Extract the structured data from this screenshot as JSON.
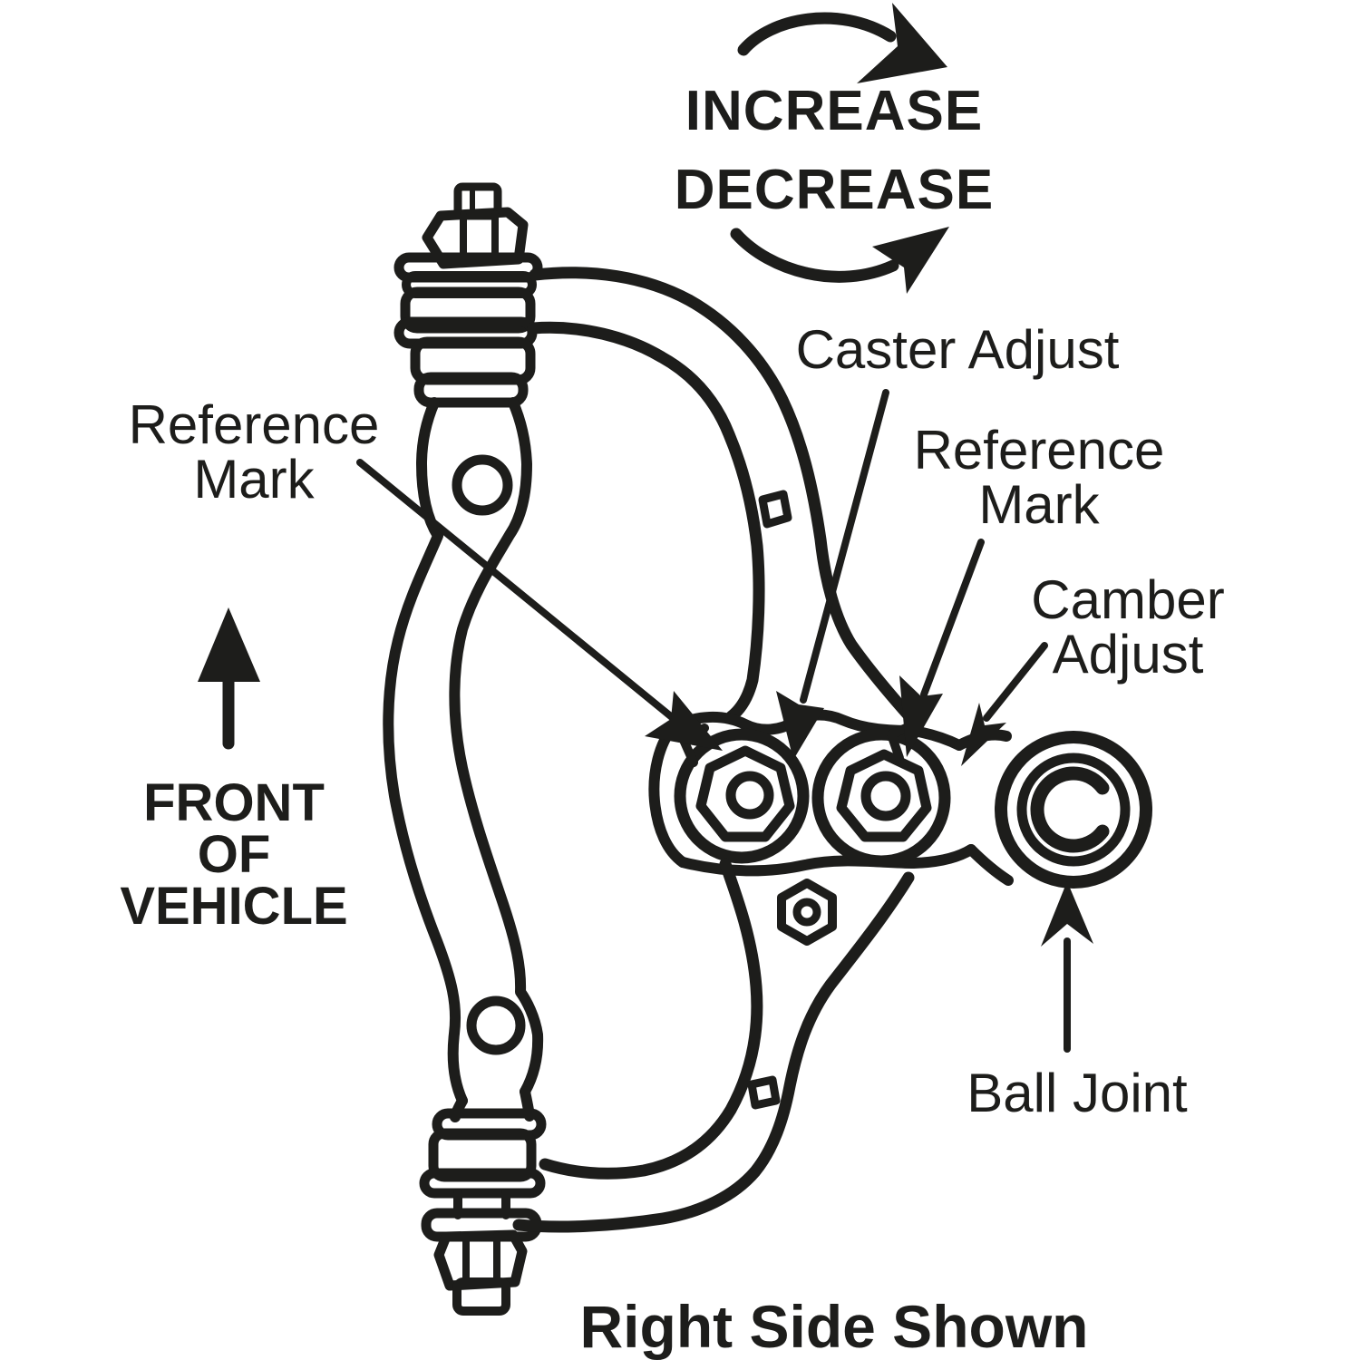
{
  "diagram": {
    "subject": "upper-control-arm-caster-camber-adjustment",
    "colors": {
      "ink": "#1d1d1b",
      "background": "#ffffff"
    },
    "labels": {
      "increase": "INCREASE",
      "decrease": "DECREASE",
      "caster_adjust": "Caster Adjust",
      "reference_mark_left": {
        "line1": "Reference",
        "line2": "Mark"
      },
      "reference_mark_right": {
        "line1": "Reference",
        "line2": "Mark"
      },
      "camber_adjust": {
        "line1": "Camber",
        "line2": "Adjust"
      },
      "front_of_vehicle": {
        "line1": "FRONT",
        "line2": "OF",
        "line3": "VEHICLE"
      },
      "ball_joint": "Ball Joint",
      "right_side_shown": "Right Side Shown"
    },
    "icons": [
      "increase-rotation-arrow-icon",
      "decrease-rotation-arrow-icon",
      "front-direction-arrow-icon",
      "reference-mark-left-pointer-icon",
      "caster-adjust-pointer-icon",
      "reference-mark-right-pointer-icon",
      "camber-adjust-pointer-icon",
      "ball-joint-pointer-icon"
    ]
  }
}
